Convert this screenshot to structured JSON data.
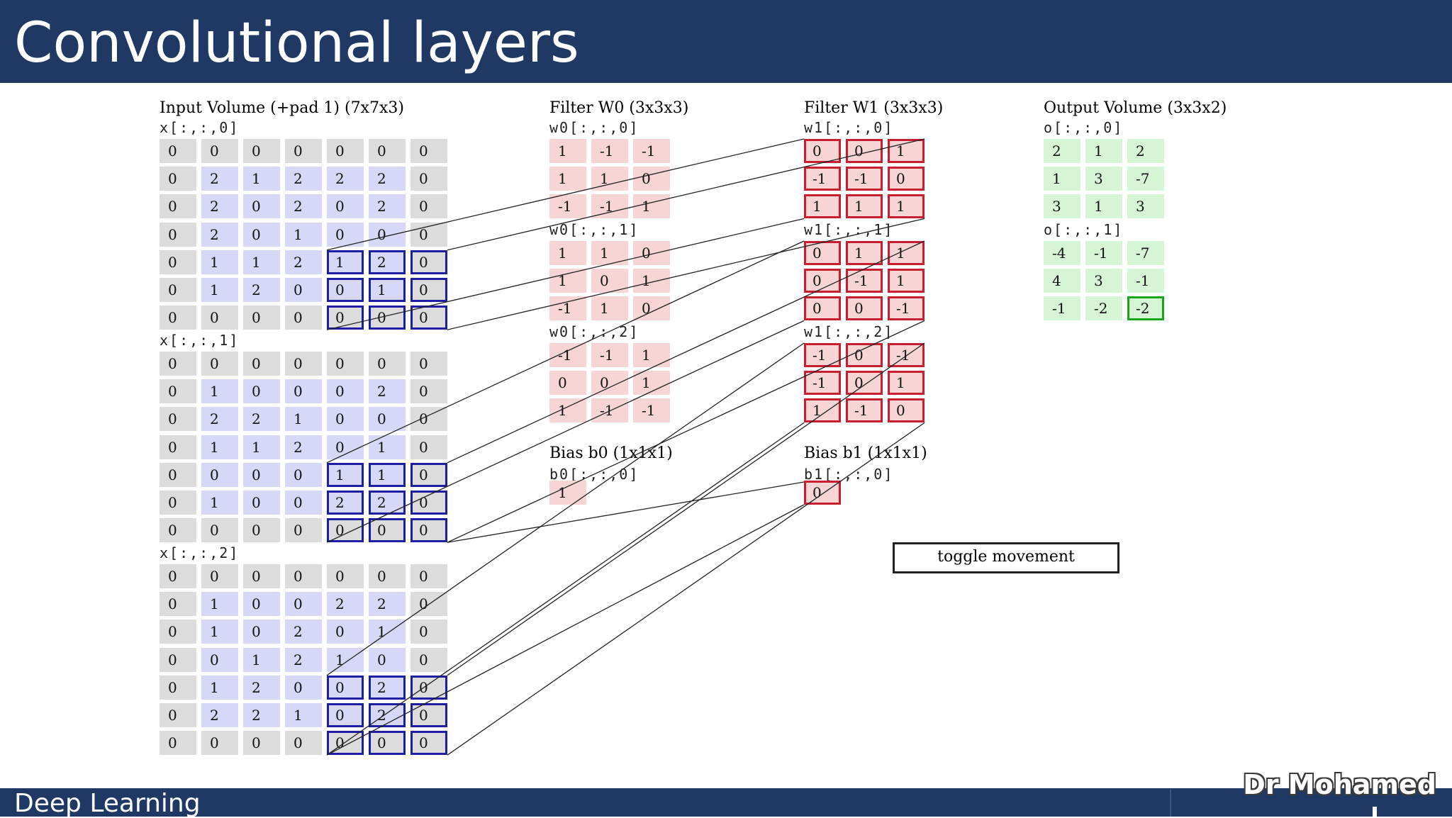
{
  "header": {
    "title": "Convolutional layers"
  },
  "footer": {
    "left": "Deep Learning",
    "right": "Dr Mohamed"
  },
  "input": {
    "title": "Input Volume (+pad 1) (7x7x3)",
    "slices": [
      {
        "label": "x[:,:,0]",
        "rows": [
          [
            0,
            0,
            0,
            0,
            0,
            0,
            0
          ],
          [
            0,
            2,
            1,
            2,
            2,
            2,
            0
          ],
          [
            0,
            2,
            0,
            2,
            0,
            2,
            0
          ],
          [
            0,
            2,
            0,
            1,
            0,
            0,
            0
          ],
          [
            0,
            1,
            1,
            2,
            1,
            2,
            0
          ],
          [
            0,
            1,
            2,
            0,
            0,
            1,
            0
          ],
          [
            0,
            0,
            0,
            0,
            0,
            0,
            0
          ]
        ]
      },
      {
        "label": "x[:,:,1]",
        "rows": [
          [
            0,
            0,
            0,
            0,
            0,
            0,
            0
          ],
          [
            0,
            1,
            0,
            0,
            0,
            2,
            0
          ],
          [
            0,
            2,
            2,
            1,
            0,
            0,
            0
          ],
          [
            0,
            1,
            1,
            2,
            0,
            1,
            0
          ],
          [
            0,
            0,
            0,
            0,
            1,
            1,
            0
          ],
          [
            0,
            1,
            0,
            0,
            2,
            2,
            0
          ],
          [
            0,
            0,
            0,
            0,
            0,
            0,
            0
          ]
        ]
      },
      {
        "label": "x[:,:,2]",
        "rows": [
          [
            0,
            0,
            0,
            0,
            0,
            0,
            0
          ],
          [
            0,
            1,
            0,
            0,
            2,
            2,
            0
          ],
          [
            0,
            1,
            0,
            2,
            0,
            1,
            0
          ],
          [
            0,
            0,
            1,
            2,
            1,
            0,
            0
          ],
          [
            0,
            1,
            2,
            0,
            0,
            2,
            0
          ],
          [
            0,
            2,
            2,
            1,
            0,
            2,
            0
          ],
          [
            0,
            0,
            0,
            0,
            0,
            0,
            0
          ]
        ]
      }
    ]
  },
  "filter_w0": {
    "title": "Filter W0 (3x3x3)",
    "slices": [
      {
        "label": "w0[:,:,0]",
        "rows": [
          [
            1,
            -1,
            -1
          ],
          [
            1,
            1,
            0
          ],
          [
            -1,
            -1,
            1
          ]
        ]
      },
      {
        "label": "w0[:,:,1]",
        "rows": [
          [
            1,
            1,
            0
          ],
          [
            1,
            0,
            1
          ],
          [
            -1,
            1,
            0
          ]
        ]
      },
      {
        "label": "w0[:,:,2]",
        "rows": [
          [
            -1,
            -1,
            1
          ],
          [
            0,
            0,
            1
          ],
          [
            1,
            -1,
            -1
          ]
        ]
      }
    ],
    "bias_title": "Bias b0 (1x1x1)",
    "bias_label": "b0[:,:,0]",
    "bias_value": 1
  },
  "filter_w1": {
    "title": "Filter W1 (3x3x3)",
    "slices": [
      {
        "label": "w1[:,:,0]",
        "rows": [
          [
            0,
            0,
            1
          ],
          [
            -1,
            -1,
            0
          ],
          [
            1,
            1,
            1
          ]
        ]
      },
      {
        "label": "w1[:,:,1]",
        "rows": [
          [
            0,
            1,
            1
          ],
          [
            0,
            -1,
            1
          ],
          [
            0,
            0,
            -1
          ]
        ]
      },
      {
        "label": "w1[:,:,2]",
        "rows": [
          [
            -1,
            0,
            -1
          ],
          [
            -1,
            0,
            1
          ],
          [
            1,
            -1,
            0
          ]
        ]
      }
    ],
    "bias_title": "Bias b1 (1x1x1)",
    "bias_label": "b1[:,:,0]",
    "bias_value": 0
  },
  "output": {
    "title": "Output Volume (3x3x2)",
    "slices": [
      {
        "label": "o[:,:,0]",
        "rows": [
          [
            2,
            1,
            2
          ],
          [
            1,
            3,
            -7
          ],
          [
            3,
            1,
            3
          ]
        ]
      },
      {
        "label": "o[:,:,1]",
        "rows": [
          [
            -4,
            -1,
            -7
          ],
          [
            4,
            3,
            -1
          ],
          [
            -1,
            -2,
            -2
          ]
        ]
      }
    ]
  },
  "toggle_button": "toggle movement",
  "colors": {
    "header_bg": "#1f3864",
    "pad_cell": "#dcdcdc",
    "input_cell": "#d7d7f7",
    "filter_cell": "#f7d5d5",
    "output_cell": "#d5f5d5",
    "highlight_input": "#1e1ea0",
    "highlight_filter": "#c71f2f",
    "highlight_output": "#19a619"
  }
}
